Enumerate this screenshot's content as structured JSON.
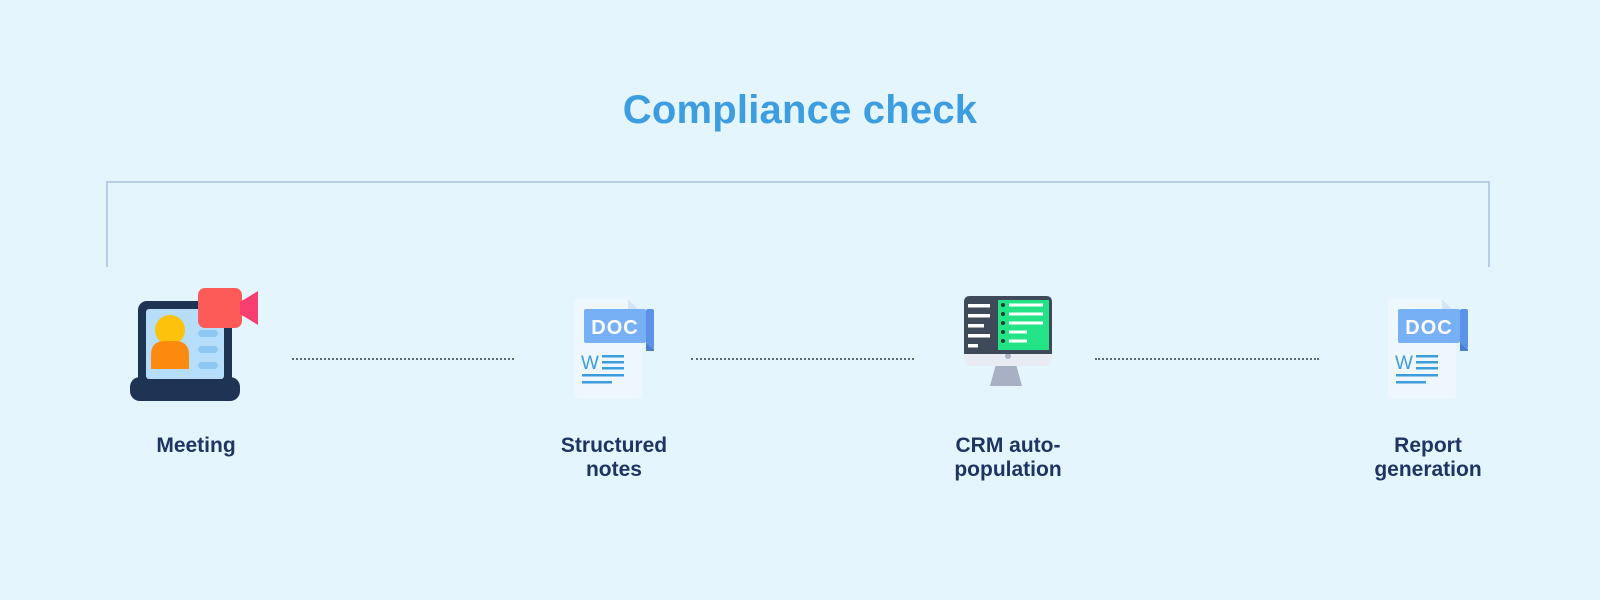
{
  "title": "Compliance check",
  "icons": {
    "meeting": "video-meeting-icon",
    "notes": "doc-file-icon",
    "crm": "monitor-icon",
    "report": "doc-file-icon"
  },
  "doc_badge": "DOC",
  "word_letter": "W",
  "steps": [
    {
      "label": "Meeting"
    },
    {
      "label": "Structured notes"
    },
    {
      "label": "CRM auto-population"
    },
    {
      "label": "Report generation"
    }
  ],
  "colors": {
    "background": "#e4f5fe",
    "title": "#3c9de1",
    "label": "#1e3462",
    "bracket": "#b8cde6",
    "connector": "#5c6878"
  }
}
